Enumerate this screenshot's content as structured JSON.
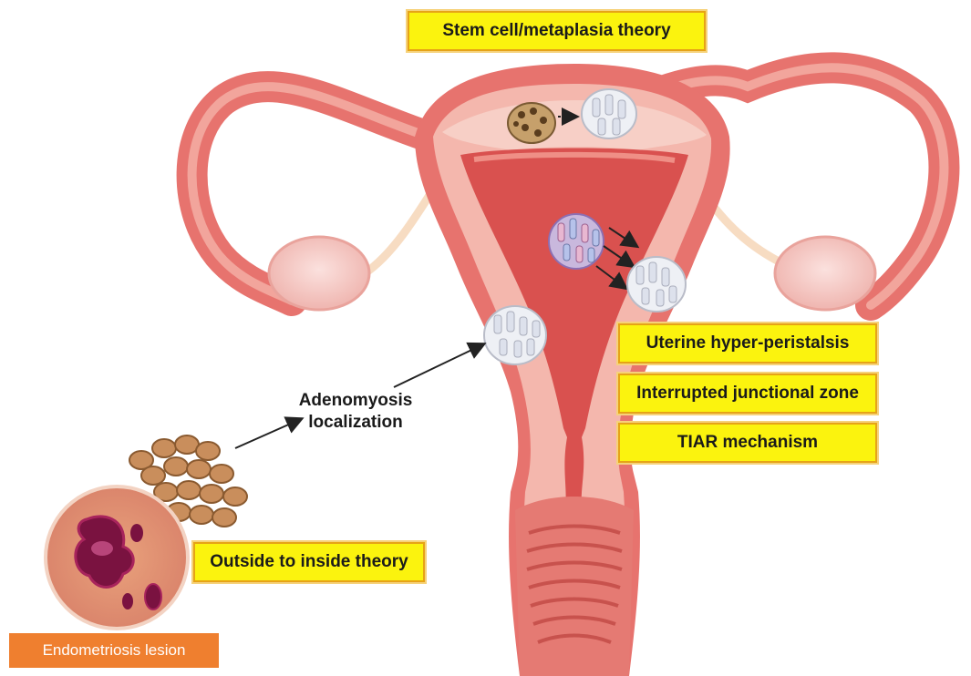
{
  "labels": {
    "stem_cell": "Stem cell/metaplasia theory",
    "hyper_peristalsis": "Uterine hyper-peristalsis",
    "junctional_zone": "Interrupted junctional zone",
    "tiar": "TIAR mechanism",
    "outside_inside": "Outside to inside theory",
    "adenomyosis_line1": "Adenomyosis",
    "adenomyosis_line2": "localization",
    "endometriosis": "Endometriosis lesion"
  },
  "colors": {
    "box_fill": "#fbf30e",
    "box_border": "#e6a317",
    "uterus_outer": "#e7736e",
    "uterus_inner": "#f4b7ad",
    "cavity": "#d9514f",
    "orange_label": "#ef7f2f"
  }
}
